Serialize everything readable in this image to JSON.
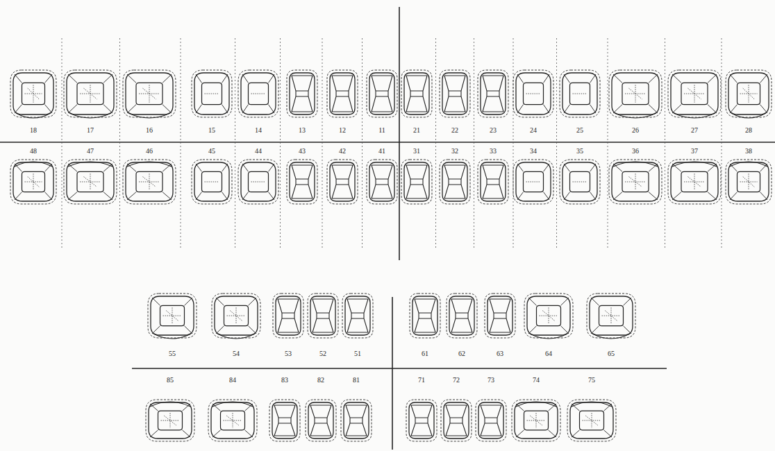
{
  "diagram": {
    "labels": [
      "18",
      "17",
      "16",
      "15",
      "14",
      "13",
      "12",
      "11",
      "21",
      "22",
      "23",
      "24",
      "25",
      "26",
      "27",
      "28",
      "48",
      "47",
      "46",
      "45",
      "44",
      "43",
      "42",
      "41",
      "31",
      "32",
      "33",
      "34",
      "35",
      "36",
      "37",
      "38",
      "55",
      "54",
      "53",
      "52",
      "51",
      "61",
      "62",
      "63",
      "64",
      "65",
      "85",
      "84",
      "83",
      "82",
      "81",
      "71",
      "72",
      "73",
      "74",
      "75"
    ]
  }
}
